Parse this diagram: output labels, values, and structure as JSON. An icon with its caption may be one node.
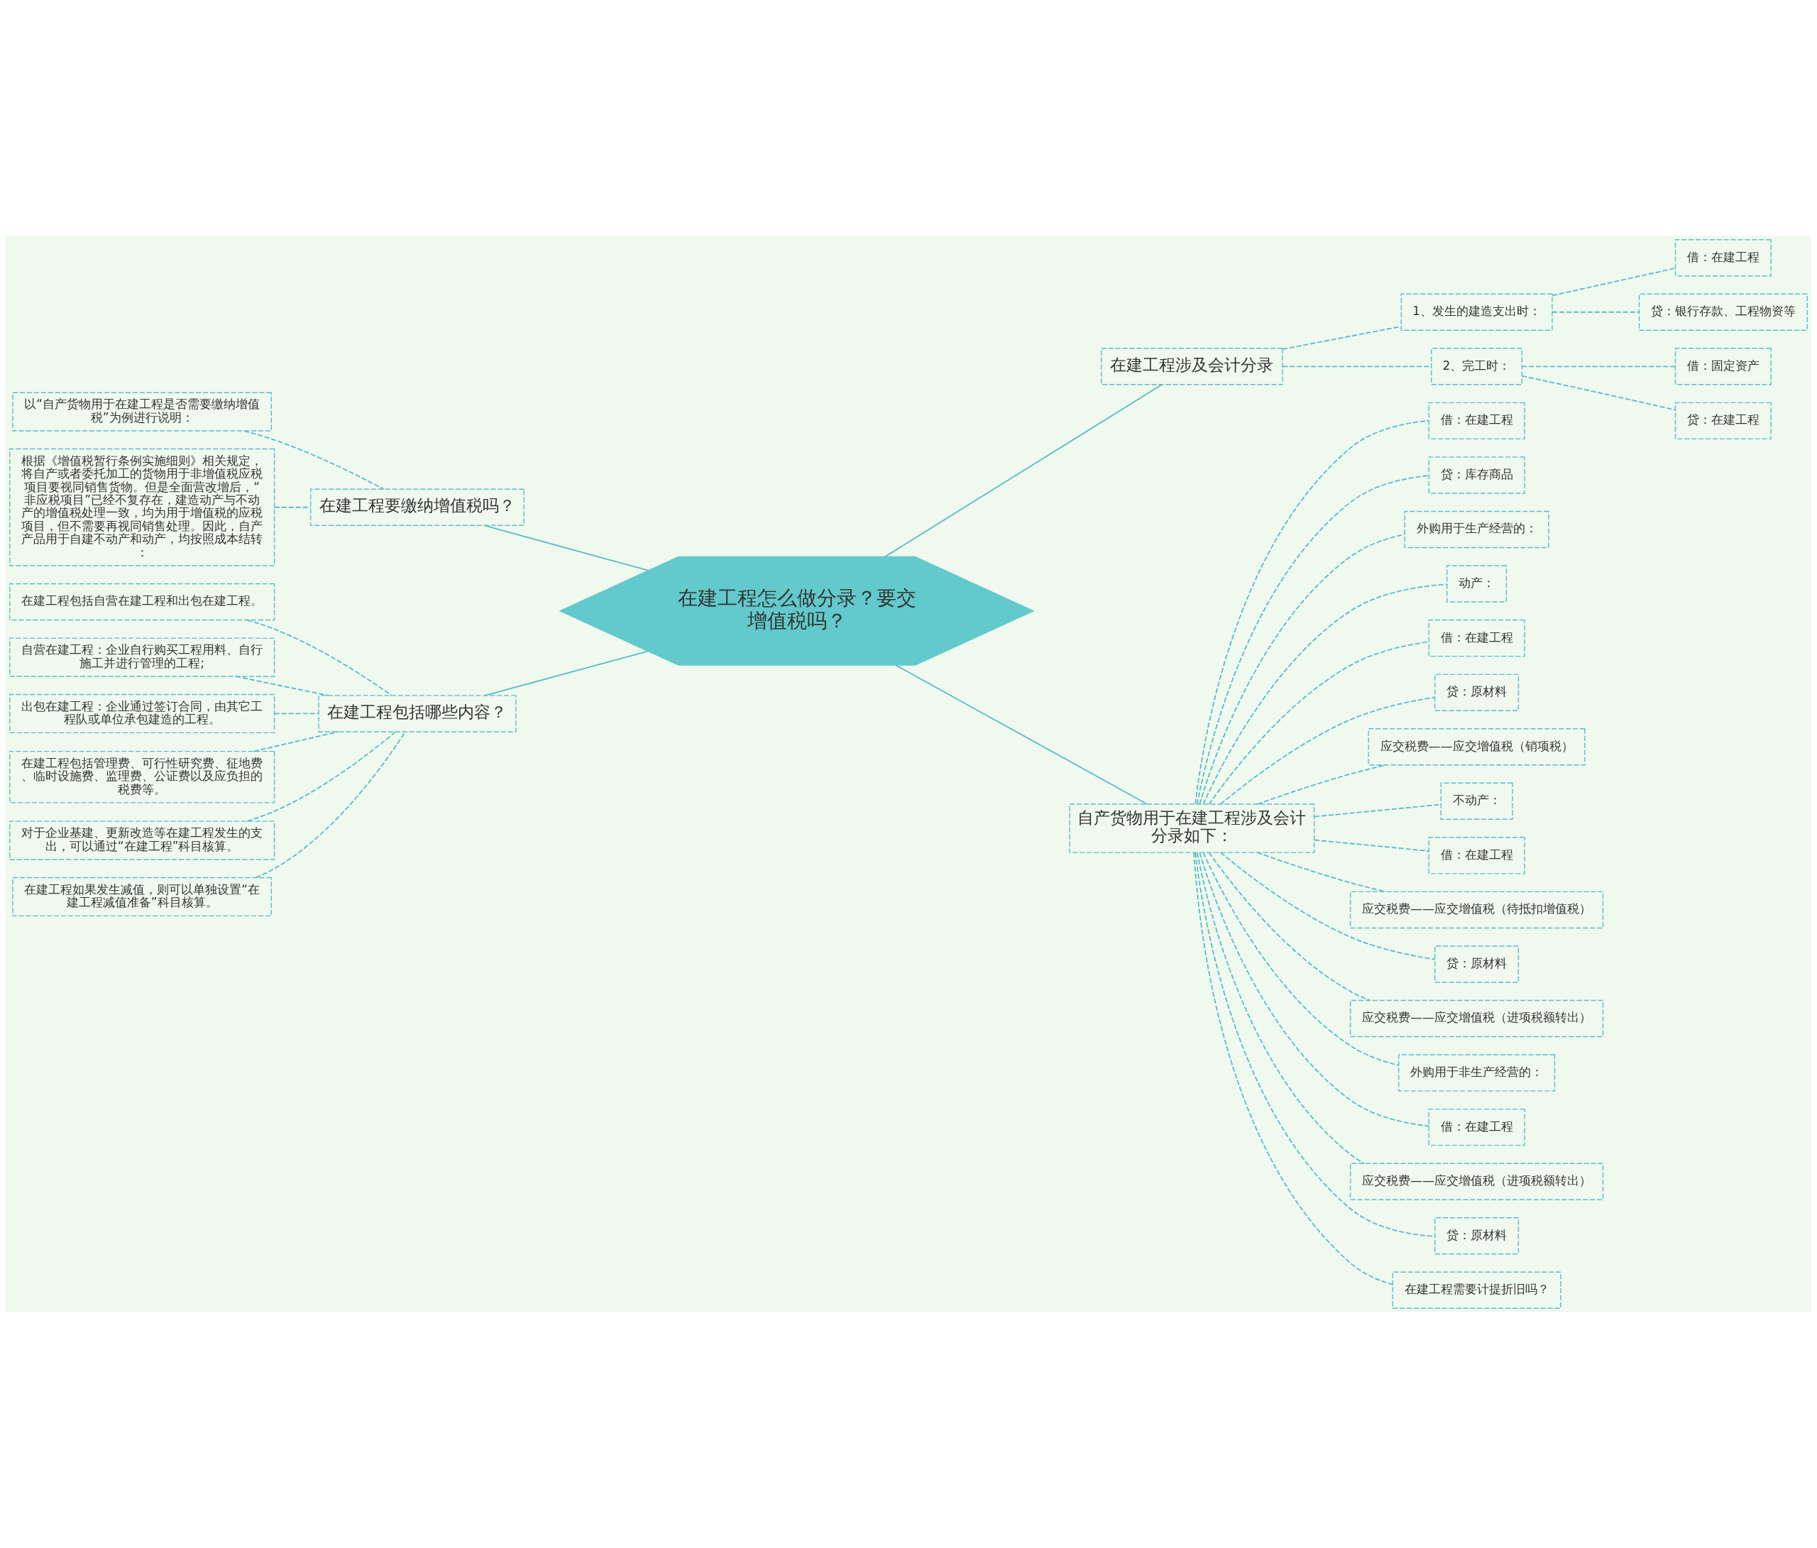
{
  "diagram": {
    "nodes": [
      {
        "text": [
          "在建工程怎么做分录？要交增值税吗？"
        ]
      },
      {
        "text": [
          "在建工程要缴纳增值税吗？"
        ]
      },
      {
        "text": [
          "以“自产货物用于在建工程是否需要缴纳增值税”为例进行说明："
        ]
      },
      {
        "text": [
          "根据《增值税暂行条例实施细则》相关规定，将自产或者委托加工的货物用于非增值税应税项目要视同销售货物。但是全面营改增后，“非应税项目”已经不复存在，建造动产与不动产的增值税处理一致，均为用于增值税的应税项目，但不需要再视同销售处理。因此，自产产品用于自建不动产和动产，均按照成本结转："
        ]
      },
      {
        "text": [
          "在建工程包括哪些内容？"
        ]
      },
      {
        "text": [
          "在建工程包括自营在建工程和出包在建工程。"
        ]
      },
      {
        "text": [
          "自营在建工程：企业自行购买工程用料、自行施工并进行管理的工程;"
        ]
      },
      {
        "text": [
          "出包在建工程：企业通过签订合同，由其它工程队或单位承包建造的工程。"
        ]
      },
      {
        "text": [
          "在建工程包括管理费、可行性研究费、征地费、临时设施费、监理费、公证费以及应负担的税费等。"
        ]
      },
      {
        "text": [
          "对于企业基建、更新改造等在建工程发生的支出，可以通过“在建工程”科目核算。"
        ]
      },
      {
        "text": [
          "在建工程如果发生减值，则可以单独设置“在建工程减值准备”科目核算。"
        ]
      },
      {
        "text": [
          "在建工程涉及会计分录"
        ]
      },
      {
        "text": [
          "1、发生的建造支出时："
        ]
      },
      {
        "text": [
          "借：在建工程"
        ]
      },
      {
        "text": [
          "贷：银行存款、工程物资等"
        ]
      },
      {
        "text": [
          "2、完工时："
        ]
      },
      {
        "text": [
          "借：固定资产"
        ]
      },
      {
        "text": [
          "贷：在建工程"
        ]
      },
      {
        "text": [
          "自产货物用于在建工程涉及会计分录如下："
        ]
      },
      {
        "text": [
          "借：在建工程"
        ]
      },
      {
        "text": [
          "贷：库存商品"
        ]
      },
      {
        "text": [
          "外购用于生产经营的："
        ]
      },
      {
        "text": [
          "动产："
        ]
      },
      {
        "text": [
          "借：在建工程"
        ]
      },
      {
        "text": [
          "贷：原材料"
        ]
      },
      {
        "text": [
          "应交税费——应交增值税（销项税）"
        ]
      },
      {
        "text": [
          "不动产："
        ]
      },
      {
        "text": [
          "借：在建工程"
        ]
      },
      {
        "text": [
          "应交税费——应交增值税（待抵扣增值税）"
        ]
      },
      {
        "text": [
          "贷：原材料"
        ]
      },
      {
        "text": [
          "应交税费——应交增值税（进项税额转出）"
        ]
      },
      {
        "text": [
          "外购用于非生产经营的："
        ]
      },
      {
        "text": [
          "借：在建工程"
        ]
      },
      {
        "text": [
          "应交税费——应交增值税（进项税额转出）"
        ]
      },
      {
        "text": [
          "贷：原材料"
        ]
      },
      {
        "text": [
          "在建工程需要计提折旧吗？"
        ]
      }
    ],
    "edges": [
      {
        "from": 0,
        "to": 1,
        "arrow": "none"
      },
      {
        "from": 1,
        "to": 2,
        "arrow": "none",
        "style": "dashed"
      },
      {
        "from": 1,
        "to": 3,
        "arrow": "none",
        "style": "dashed"
      },
      {
        "from": 0,
        "to": 4,
        "arrow": "none"
      },
      {
        "from": 4,
        "to": 5,
        "arrow": "none",
        "style": "dashed"
      },
      {
        "from": 4,
        "to": 6,
        "arrow": "none",
        "style": "dashed"
      },
      {
        "from": 4,
        "to": 7,
        "arrow": "none",
        "style": "dashed"
      },
      {
        "from": 4,
        "to": 8,
        "arrow": "none",
        "style": "dashed"
      },
      {
        "from": 4,
        "to": 9,
        "arrow": "none",
        "style": "dashed"
      },
      {
        "from": 4,
        "to": 10,
        "arrow": "none",
        "style": "dashed"
      },
      {
        "from": 0,
        "to": 11,
        "arrow": "none"
      },
      {
        "from": 11,
        "to": 12,
        "arrow": "none",
        "style": "dashed"
      },
      {
        "from": 12,
        "to": 13,
        "arrow": "none",
        "style": "dashed"
      },
      {
        "from": 12,
        "to": 14,
        "arrow": "none",
        "style": "dashed"
      },
      {
        "from": 11,
        "to": 15,
        "arrow": "none",
        "style": "dashed"
      },
      {
        "from": 15,
        "to": 16,
        "arrow": "none",
        "style": "dashed"
      },
      {
        "from": 15,
        "to": 17,
        "arrow": "none",
        "style": "dashed"
      },
      {
        "from": 0,
        "to": 18,
        "arrow": "none"
      },
      {
        "from": 18,
        "to": 19,
        "arrow": "none",
        "style": "dashed"
      },
      {
        "from": 18,
        "to": 20,
        "arrow": "none",
        "style": "dashed"
      },
      {
        "from": 18,
        "to": 21,
        "arrow": "none",
        "style": "dashed"
      },
      {
        "from": 18,
        "to": 22,
        "arrow": "none",
        "style": "dashed"
      },
      {
        "from": 18,
        "to": 23,
        "arrow": "none",
        "style": "dashed"
      },
      {
        "from": 18,
        "to": 24,
        "arrow": "none",
        "style": "dashed"
      },
      {
        "from": 18,
        "to": 25,
        "arrow": "none",
        "style": "dashed"
      },
      {
        "from": 18,
        "to": 26,
        "arrow": "none",
        "style": "dashed"
      },
      {
        "from": 18,
        "to": 27,
        "arrow": "none",
        "style": "dashed"
      },
      {
        "from": 18,
        "to": 28,
        "arrow": "none",
        "style": "dashed"
      },
      {
        "from": 18,
        "to": 29,
        "arrow": "none",
        "style": "dashed"
      },
      {
        "from": 18,
        "to": 30,
        "arrow": "none",
        "style": "dashed"
      },
      {
        "from": 18,
        "to": 31,
        "arrow": "none",
        "style": "dashed"
      },
      {
        "from": 18,
        "to": 32,
        "arrow": "none",
        "style": "dashed"
      },
      {
        "from": 18,
        "to": 33,
        "arrow": "none",
        "style": "dashed"
      },
      {
        "from": 18,
        "to": 34,
        "arrow": "none",
        "style": "dashed"
      },
      {
        "from": 18,
        "to": 35,
        "arrow": "none",
        "style": "dashed"
      }
    ]
  }
}
